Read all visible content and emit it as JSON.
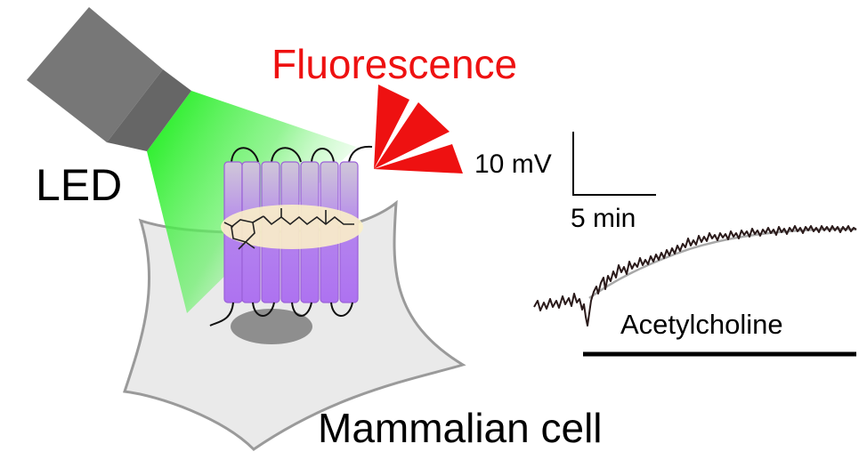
{
  "labels": {
    "led": "LED",
    "fluorescence": "Fluorescence",
    "scale_voltage": "10 mV",
    "scale_time": "5 min",
    "stimulus": "Acetylcholine",
    "cell": "Mammalian cell"
  },
  "colors": {
    "led_body": "#7a7a7a",
    "light_beam": "#22ee22",
    "fluorescence": "#ee1111",
    "cell": "#eaeaea",
    "protein_helix": "#b67ef0",
    "retinal_highlight": "#fbf0c8",
    "trace": "#2a1a1a",
    "fit": "#a8a8a8"
  },
  "icons": [
    "led-lamp-icon",
    "fluorescence-rays-icon",
    "retinal-molecule-icon"
  ]
}
